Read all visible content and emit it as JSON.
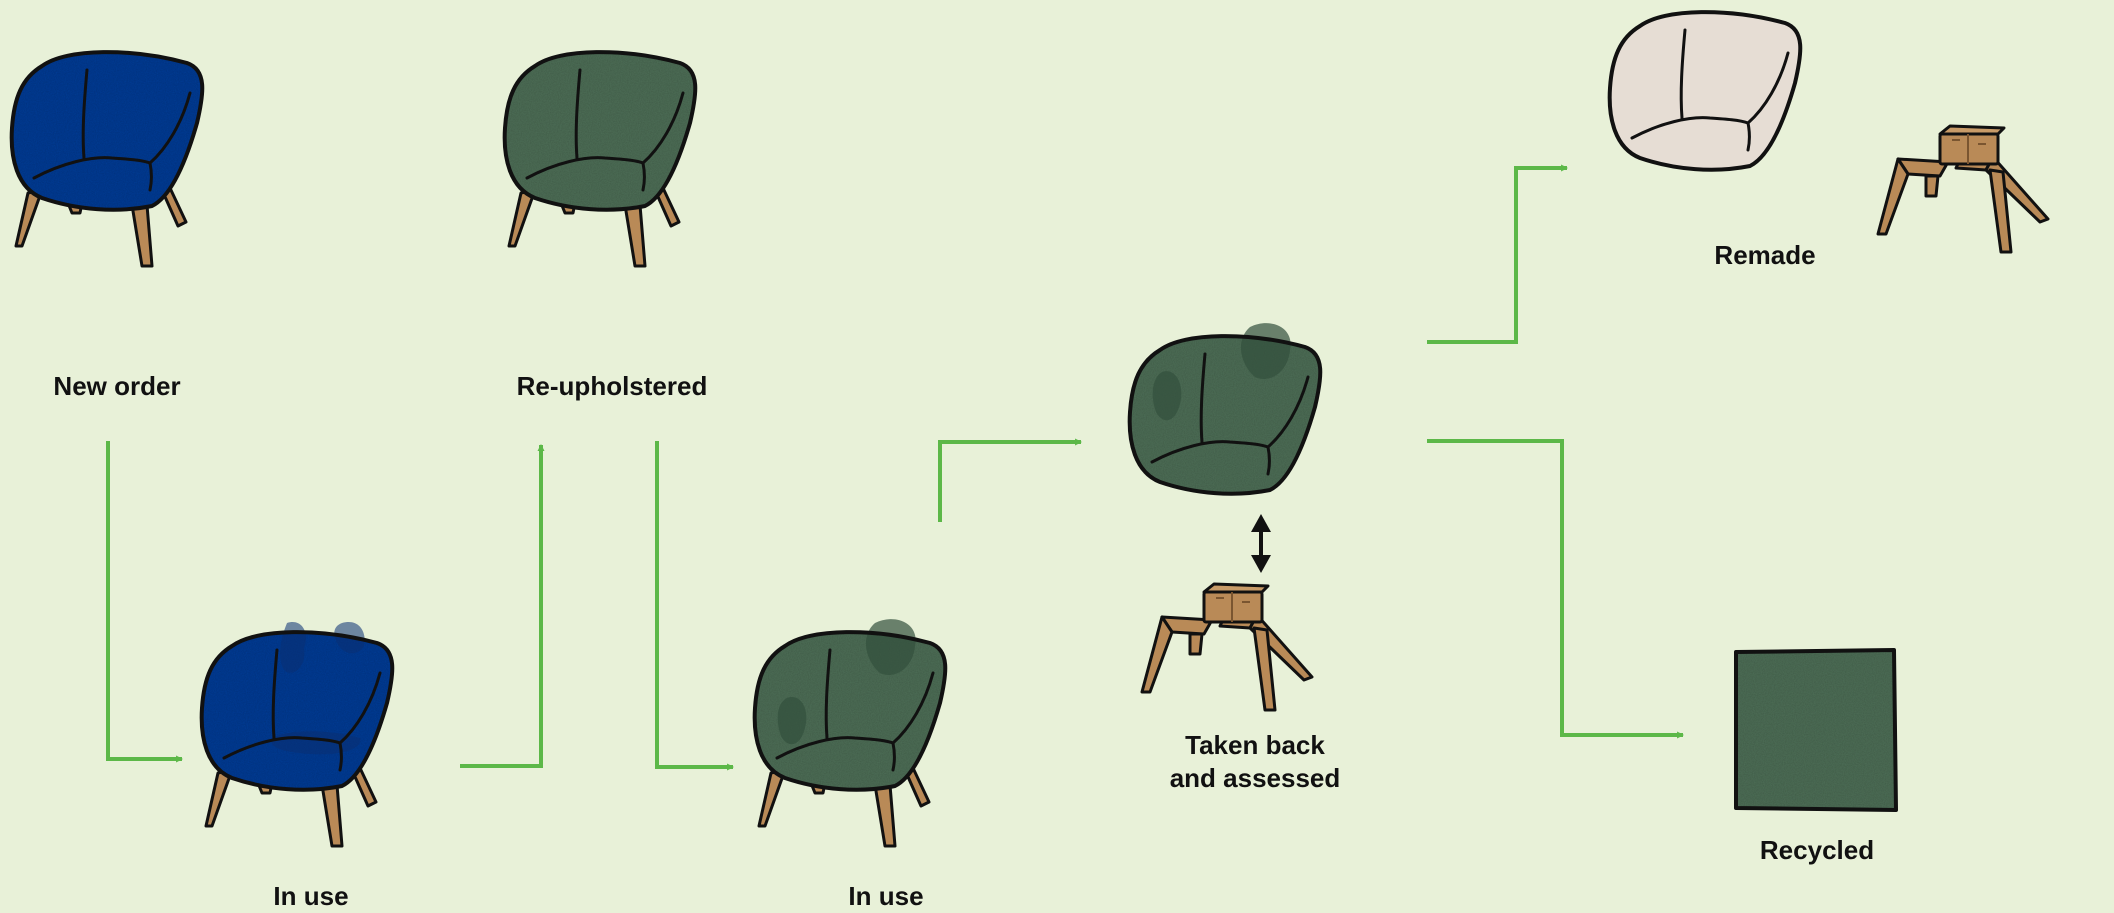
{
  "diagram": {
    "stages": {
      "new_order": "New order",
      "in_use_1": "In use",
      "re_upholstered": "Re-upholstered",
      "in_use_2": "In use",
      "taken_back_line1": "Taken back",
      "taken_back_line2": "and assessed",
      "remade": "Remade",
      "recycled": "Recycled"
    }
  },
  "colors": {
    "background": "#e8f1d8",
    "arrow": "#5cb848",
    "blue_upholstery": "#0f3d96",
    "green_upholstery": "#4f6f58",
    "pale_upholstery": "#e6ddd4",
    "wood": "#b98a57",
    "outline": "#111111"
  },
  "icons": [
    "chair-icon",
    "chair-base-icon",
    "fabric-swatch-icon",
    "arrow-icon",
    "double-arrow-icon"
  ]
}
